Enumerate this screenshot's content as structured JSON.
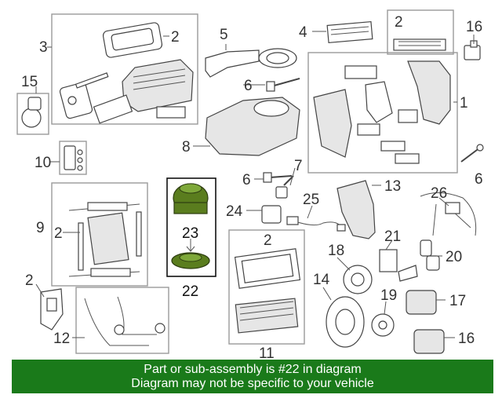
{
  "callouts": {
    "c1": "1",
    "c2a": "2",
    "c2b": "2",
    "c2c": "2",
    "c2d": "2",
    "c2e": "2",
    "c3": "3",
    "c4": "4",
    "c5": "5",
    "c6a": "6",
    "c6b": "6",
    "c6c": "6",
    "c7": "7",
    "c8": "8",
    "c9": "9",
    "c10": "10",
    "c11": "11",
    "c12": "12",
    "c13": "13",
    "c14": "14",
    "c15": "15",
    "c16a": "16",
    "c16b": "16",
    "c17": "17",
    "c18": "18",
    "c19": "19",
    "c20": "20",
    "c21": "21",
    "c22": "22",
    "c23": "23",
    "c24": "24",
    "c25": "25",
    "c26": "26"
  },
  "banner": {
    "line1": "Part or sub-assembly is #22 in diagram",
    "line2": "Diagram may not be specific to your vehicle"
  },
  "colors": {
    "highlight": "#5a7d1e",
    "banner": "#1a7a1a",
    "banner_text": "#ffffff"
  }
}
